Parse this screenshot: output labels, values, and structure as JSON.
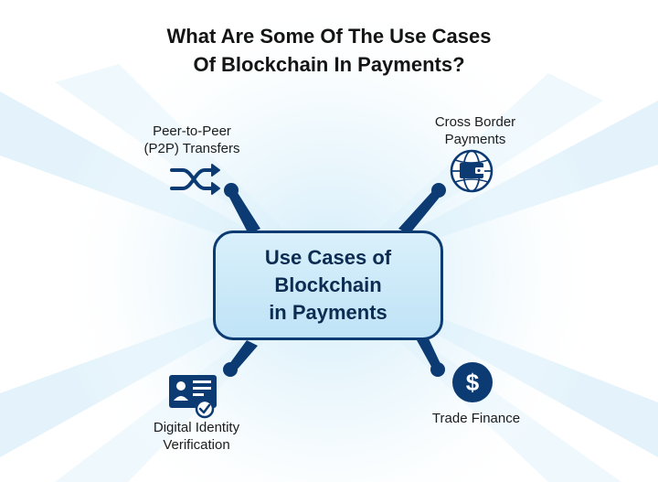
{
  "title": {
    "line1": "What Are Some Of The Use Cases",
    "line2": "Of Blockchain In Payments?"
  },
  "center": {
    "line1": "Use Cases of",
    "line2": "Blockchain",
    "line3": "in Payments"
  },
  "nodes": {
    "p2p": {
      "line1": "Peer-to-Peer",
      "line2": "(P2P) Transfers",
      "icon": "shuffle-icon"
    },
    "cross_border": {
      "line1": "Cross Border",
      "line2": "Payments",
      "icon": "globe-wallet-icon"
    },
    "trade_finance": {
      "line1": "Trade Finance",
      "icon": "dollar-coin-icon"
    },
    "digital_identity": {
      "line1": "Digital Identity",
      "line2": "Verification",
      "icon": "id-card-check-icon"
    }
  },
  "colors": {
    "navy": "#0c3a73",
    "glow": "#cfe9f8",
    "box_fill": "#d3eefb"
  }
}
